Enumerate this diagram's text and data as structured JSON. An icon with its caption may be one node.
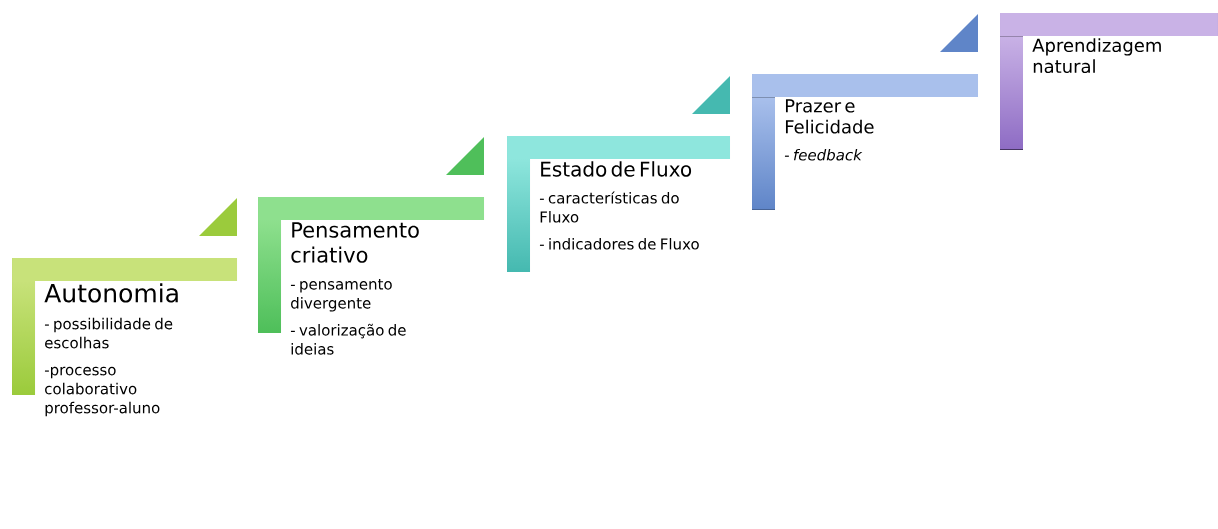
{
  "diagram": {
    "nodes": [
      {
        "text": [
          "Autonomia",
          "- possibilidade de escolhas",
          "-processo colaborativo professor-aluno"
        ]
      },
      {
        "text": [
          "Pensamento criativo",
          "- pensamento divergente",
          "- valorização de ideias"
        ]
      },
      {
        "text": [
          "Estado de Fluxo",
          "- características do Fluxo",
          "- indicadores de Fluxo"
        ]
      },
      {
        "text": [
          "Prazer e Felicidade",
          "- *feedback*"
        ]
      },
      {
        "text": [
          "Aprendizagem natural"
        ]
      }
    ]
  }
}
